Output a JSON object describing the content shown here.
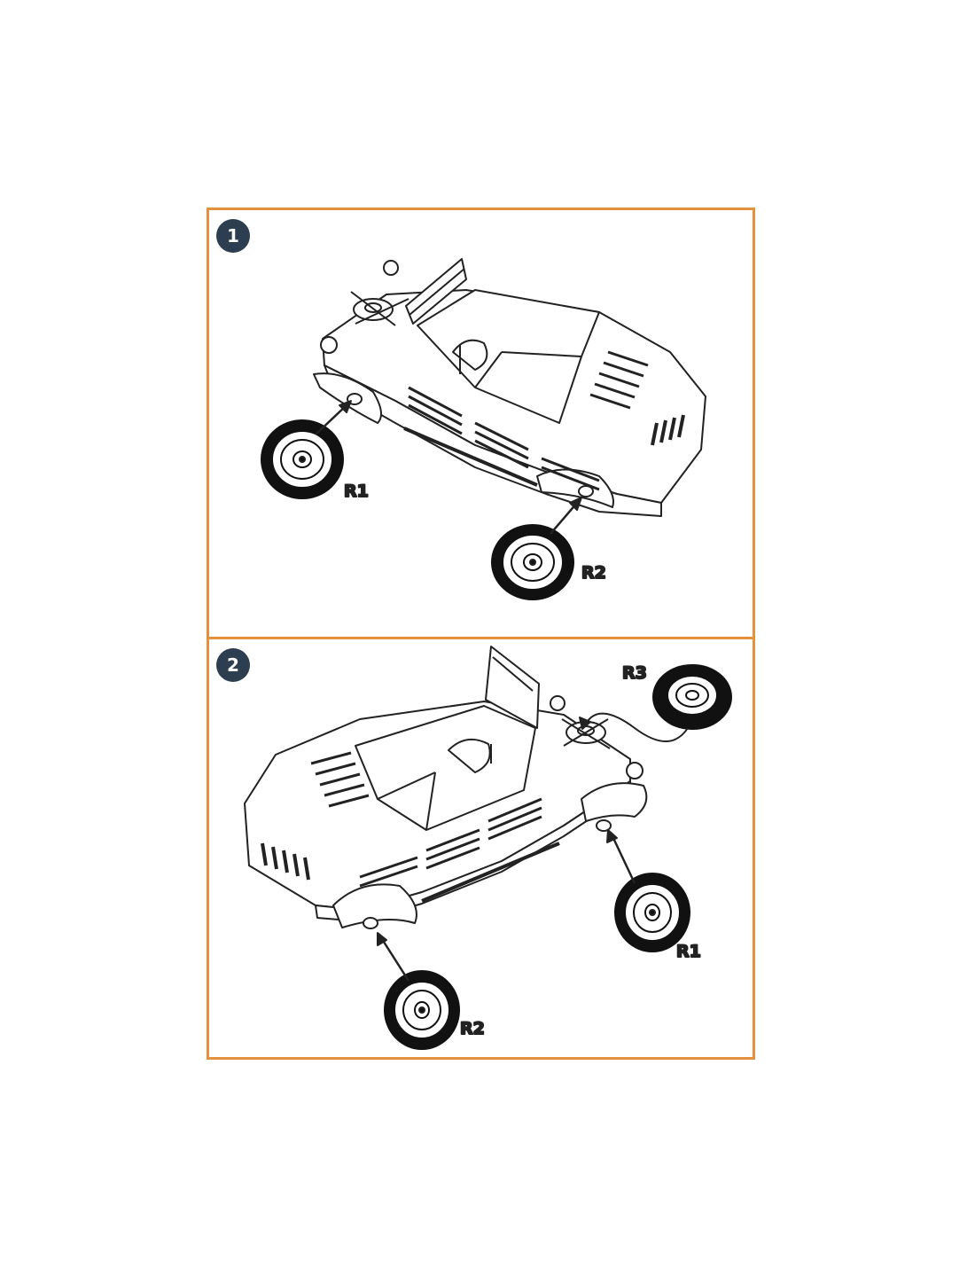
{
  "steps": [
    {
      "number": "1",
      "parts": [
        {
          "label": "R1"
        },
        {
          "label": "R2"
        }
      ]
    },
    {
      "number": "2",
      "parts": [
        {
          "label": "R3"
        },
        {
          "label": "R1"
        },
        {
          "label": "R2"
        }
      ]
    }
  ],
  "colors": {
    "frame": "#e3913a",
    "badge": "#2c3e4f",
    "line": "#222222"
  }
}
